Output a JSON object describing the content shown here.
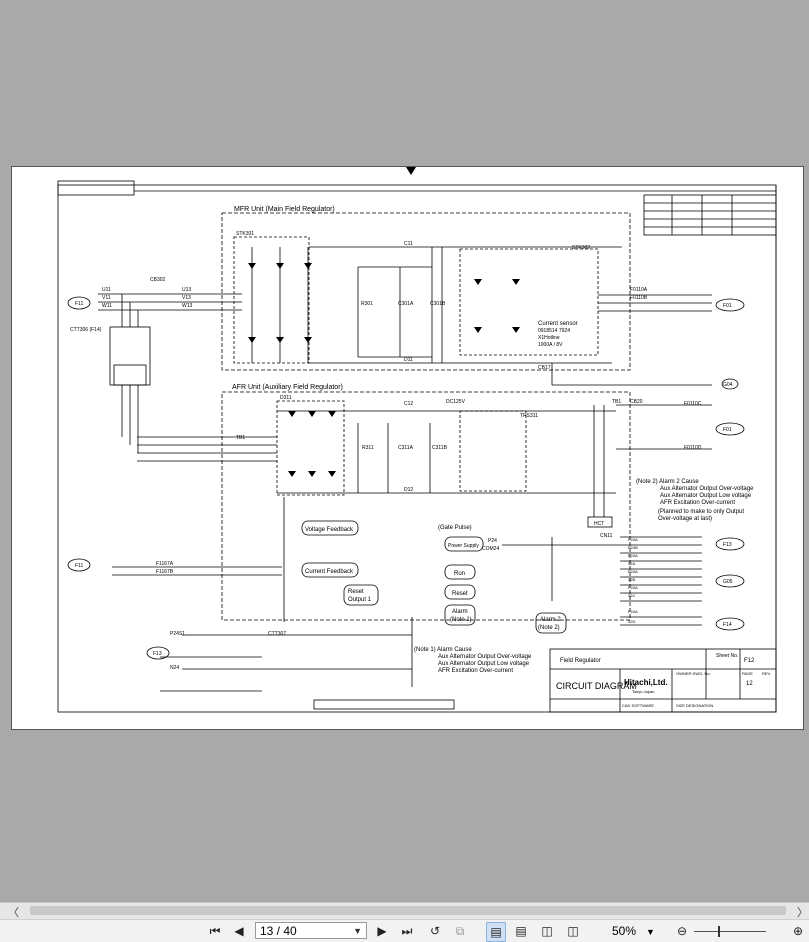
{
  "document": {
    "mfr_label": "MFR Unit (Main Field Regulator)",
    "afr_label": "AFR Unit (Auxiliary Field Regulator)",
    "current_sensor": [
      "Current sensor",
      "0918514 7924",
      "X1Hotline",
      "1000A / 8V"
    ],
    "note2": [
      "(Note 2) Alarm 2 Cause",
      "Aux Alternator Output Over-voltage",
      "Aux Alternator Output Low voltage",
      "AFR Excitation Over-current",
      "(Planned to make to only Output",
      "Over-voltage at last)"
    ],
    "note1": [
      "(Note 1) Alarm Cause",
      "Aux Alternator Output Over-voltage",
      "Aux Alternator Output Low voltage",
      "AFR Excitation Over-current"
    ],
    "boxes": {
      "voltage_feedback": "Voltage Feedback",
      "current_feedback": "Current Feedback",
      "reset_output": [
        "Reset",
        "Output 1"
      ],
      "power_supply": "Power Supply",
      "run": "Run",
      "reset": "Reset",
      "alarm": [
        "Alarm",
        "(Note 1)"
      ],
      "alarm2": [
        "Alarm 2",
        "(Note 2)"
      ],
      "gate_pulse": "(Gate Pulse)"
    },
    "title_block": {
      "field_regulator": "Field Regulator",
      "sheet_no": "Sheet No.",
      "sheet_val": "F12",
      "title": "CIRCUIT DIAGRAM",
      "company": "Hitachi,Ltd.",
      "city": "Tokyo Japan",
      "page_label": "PAGE",
      "page_val": "12",
      "rev": "REV.",
      "owner_dwg": "OWNER DWG. No.",
      "cad": "CAD SOFTWARE",
      "size": "SIZE DESIGNATION"
    },
    "labels": {
      "f11": "F11",
      "f01": "F01",
      "g04": "G04",
      "f13": "F13",
      "g05": "G05",
      "f14": "F14",
      "u11": "U11",
      "v11": "V11",
      "w11": "W11",
      "u13": "U13",
      "v13": "V13",
      "w13": "W13",
      "cb302": "CB302",
      "ctt306": "CTT306 (F14)",
      "c11": "C11",
      "d11": "D11",
      "c12": "C12",
      "d12": "D12",
      "stk301": "STK301",
      "stk302": "STK302",
      "d311": "D311",
      "trs311": "TRS311",
      "r301": "R301",
      "c301a": "C301A",
      "c301b": "C301B",
      "r311": "R311",
      "c311a": "C311A",
      "c311b": "C311B",
      "dc125": "DC125V",
      "tb1": "TB1",
      "cb20": "CB20",
      "cb17": "CB17",
      "hct": "HCT",
      "f0110a": "F0110A",
      "f0110b": "F0110B",
      "f0110c": "F0110C",
      "f0110d": "F0110D",
      "cn11": "CN11",
      "p24": "P24",
      "com24": "COM24",
      "p24s1": "P24S1",
      "n24": "N24",
      "cvt301": "CTT307",
      "f1167a": "F1167A",
      "f1167b": "F1167B"
    },
    "p24_labels": [
      "P24A",
      "P24B",
      "P24A",
      "32A",
      "P24A",
      "32B",
      "P24A",
      "32C",
      "P24A",
      "32D"
    ]
  },
  "viewer": {
    "page_input": "13 / 40",
    "zoom": "50%"
  },
  "icons": [
    "first-page-icon",
    "prev-page-icon",
    "next-page-icon",
    "last-page-icon",
    "rotate-icon",
    "fit-icon",
    "single-page-icon",
    "continuous-icon",
    "two-page-icon",
    "two-page-cont-icon",
    "zoom-out-icon",
    "zoom-in-icon"
  ]
}
